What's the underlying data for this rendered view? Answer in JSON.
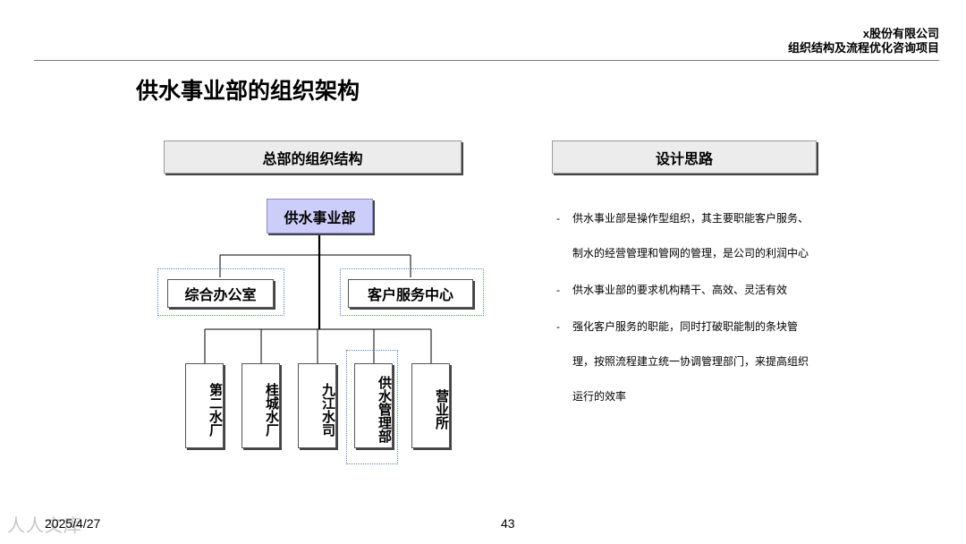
{
  "header": {
    "company": "x股份有限公司",
    "project": "组织结构及流程优化咨询项目"
  },
  "title": "供水事业部的组织架构",
  "left_section": {
    "header": "总部的组织结构"
  },
  "right_section": {
    "header": "设计思路"
  },
  "org": {
    "root": "供水事业部",
    "mid": [
      "综合办公室",
      "客户服务中心"
    ],
    "leaves": [
      "第二水厂",
      "桂城水厂",
      "九江水司",
      "供水管理部",
      "营业所"
    ]
  },
  "bullets": [
    "供水事业部是操作型组织，其主要职能客户服务、制水的经营管理和管网的管理，是公司的利润中心",
    "供水事业部的要求机构精干、高效、灵活有效",
    "强化客户服务的职能，同时打破职能制的条块管理，按照流程建立统一协调管理部门，来提高组织运行的效率"
  ],
  "footer": {
    "date": "2025/4/27",
    "page": "43",
    "watermark": "人人文库"
  }
}
